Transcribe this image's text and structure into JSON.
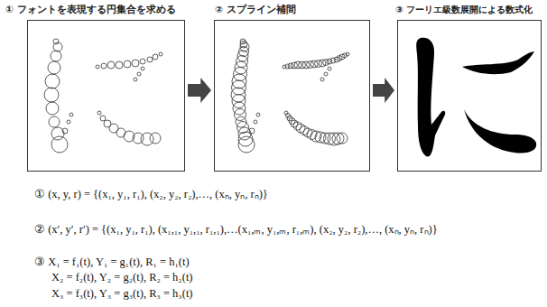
{
  "diagram": {
    "nodes": [
      {
        "text": [
          "① フォントを表現する円集合を求める"
        ]
      },
      {
        "text": [
          "② スプライン補間"
        ]
      },
      {
        "text": [
          "③ フーリエ級数展開による数式化"
        ]
      }
    ],
    "edges": [
      {
        "from": 0,
        "to": 1,
        "arrow": "to"
      },
      {
        "from": 1,
        "to": 2,
        "arrow": "to"
      }
    ],
    "labels": [
      "① (x, y, r) = {(x₁, y₁, r₁), (x₂, y₂, r₂),…, (xₙ, yₙ, rₙ)}",
      "② (x′, y′, r′) = {(x₁, y₁, r₁), (x₁,₁, y₁,₁, r₁,₁),…(x₁,ₘ, y₁,ₘ, r₁,ₘ), (x₂, y₂, r₂),…, (xₙ, yₙ, rₙ)}",
      "③ X₁ = f₁(t), Y₁ = g₁(t), R₁ = h₁(t)",
      "X₂ = f₂(t), Y₂ = g₂(t), R₂ = h₂(t)",
      "X₃ = f₃(t), Y₃ = g₃(t), R₃ = h₃(t)"
    ]
  }
}
